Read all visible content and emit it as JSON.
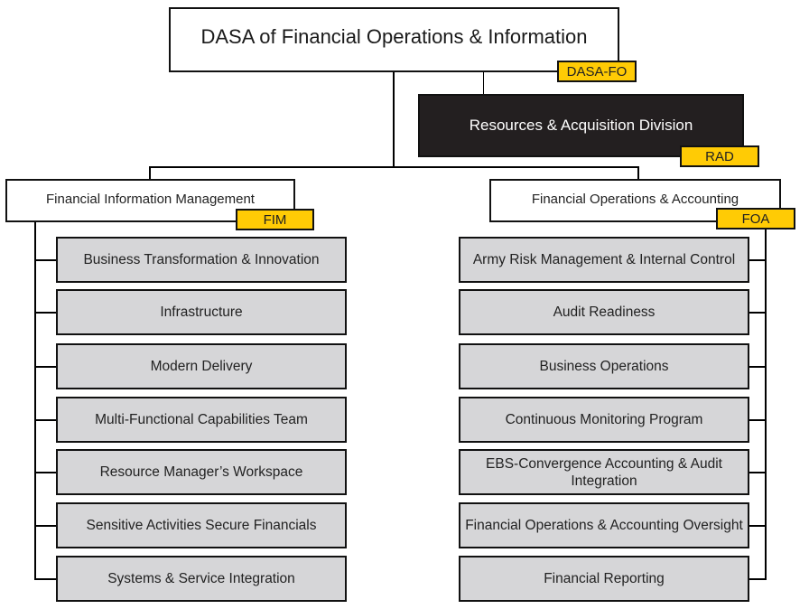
{
  "top": {
    "title": "DASA of Financial Operations & Information",
    "code": "DASA-FO"
  },
  "rad": {
    "title": "Resources & Acquisition Division",
    "code": "RAD"
  },
  "colors": {
    "tag": "#ffcb05",
    "rad_fill": "#231f20",
    "unit_fill": "#d6d6d8"
  },
  "divisions": [
    {
      "title": "Financial Information Management",
      "code": "FIM",
      "units": [
        "Business Transformation & Innovation",
        "Infrastructure",
        "Modern Delivery",
        "Multi-Functional Capabilities Team",
        "Resource Manager’s Workspace",
        "Sensitive Activities Secure Financials",
        "Systems & Service Integration"
      ]
    },
    {
      "title": "Financial Operations & Accounting",
      "code": "FOA",
      "units": [
        "Army Risk Management & Internal Control",
        "Audit Readiness",
        "Business Operations",
        "Continuous Monitoring Program",
        "EBS-Convergence Accounting & Audit Integration",
        "Financial Operations & Accounting Oversight",
        "Financial Reporting"
      ]
    }
  ]
}
